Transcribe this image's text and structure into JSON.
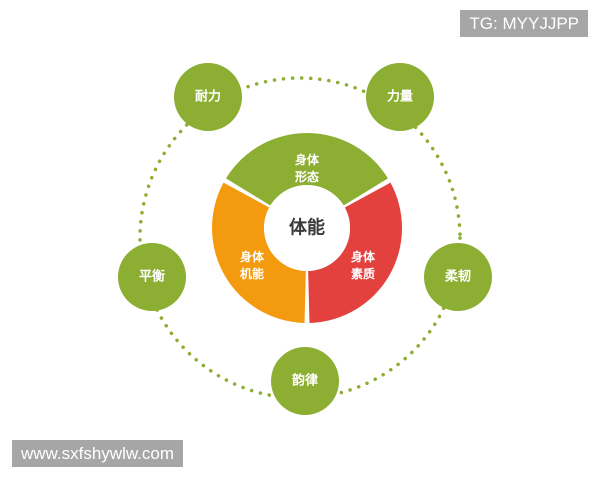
{
  "center": {
    "label": "体能"
  },
  "segments": [
    {
      "id": "shape",
      "lines": [
        "身体",
        "形态"
      ],
      "color": "#8cae33"
    },
    {
      "id": "quality",
      "lines": [
        "身体",
        "素质"
      ],
      "color": "#e2413e"
    },
    {
      "id": "function",
      "lines": [
        "身体",
        "机能"
      ],
      "color": "#f39a0f"
    }
  ],
  "satellites": [
    {
      "id": "endurance",
      "label": "耐力"
    },
    {
      "id": "strength",
      "label": "力量"
    },
    {
      "id": "flexibility",
      "label": "柔韧"
    },
    {
      "id": "rhythm",
      "label": "韵律"
    },
    {
      "id": "balance",
      "label": "平衡"
    }
  ],
  "colors": {
    "satellite_fill": "#8cae33",
    "dotted_ring": "#8cae33",
    "center_fill": "#ffffff",
    "center_text": "#3a3a3a",
    "label_text": "#ffffff"
  },
  "watermarks": {
    "top": "TG: MYYJJPP",
    "bottom": "www.sxfshywlw.com"
  }
}
